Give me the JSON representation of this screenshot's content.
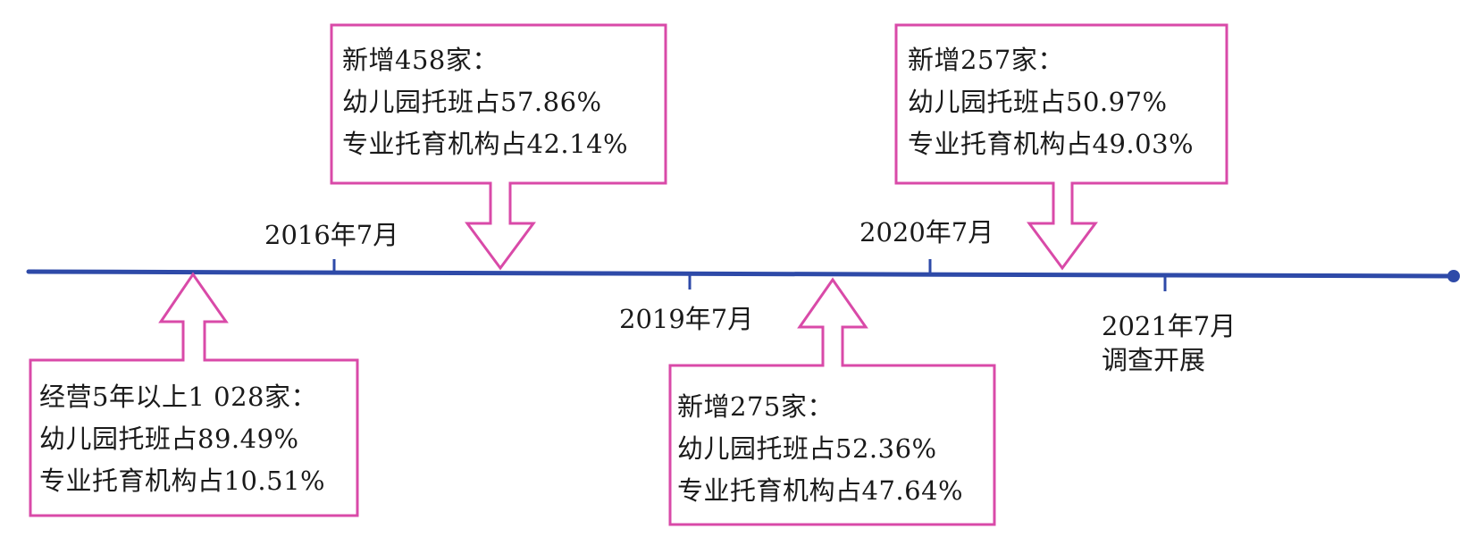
{
  "colors": {
    "timeline": "#2e4aa8",
    "callout_border": "#d94aa8",
    "text": "#1a1a1a",
    "background": "#ffffff"
  },
  "timeline": {
    "dates": [
      {
        "label": "2016年7月",
        "position": "above"
      },
      {
        "label": "2019年7月",
        "position": "below"
      },
      {
        "label": "2020年7月",
        "position": "above"
      },
      {
        "label": "2021年7月",
        "sublabel": "调查开展",
        "position": "below"
      }
    ]
  },
  "callouts": [
    {
      "id": "before-2016",
      "position": "below",
      "heading": "经营5年以上1 028家：",
      "line1": "幼儿园托班占89.49%",
      "line2": "专业托育机构占10.51%"
    },
    {
      "id": "2016-2019",
      "position": "above",
      "heading": "新增458家：",
      "line1": "幼儿园托班占57.86%",
      "line2": "专业托育机构占42.14%"
    },
    {
      "id": "2019-2020",
      "position": "below",
      "heading": "新增275家：",
      "line1": "幼儿园托班占52.36%",
      "line2": "专业托育机构占47.64%"
    },
    {
      "id": "2020-2021",
      "position": "above",
      "heading": "新增257家：",
      "line1": "幼儿园托班占50.97%",
      "line2": "专业托育机构占49.03%"
    }
  ]
}
